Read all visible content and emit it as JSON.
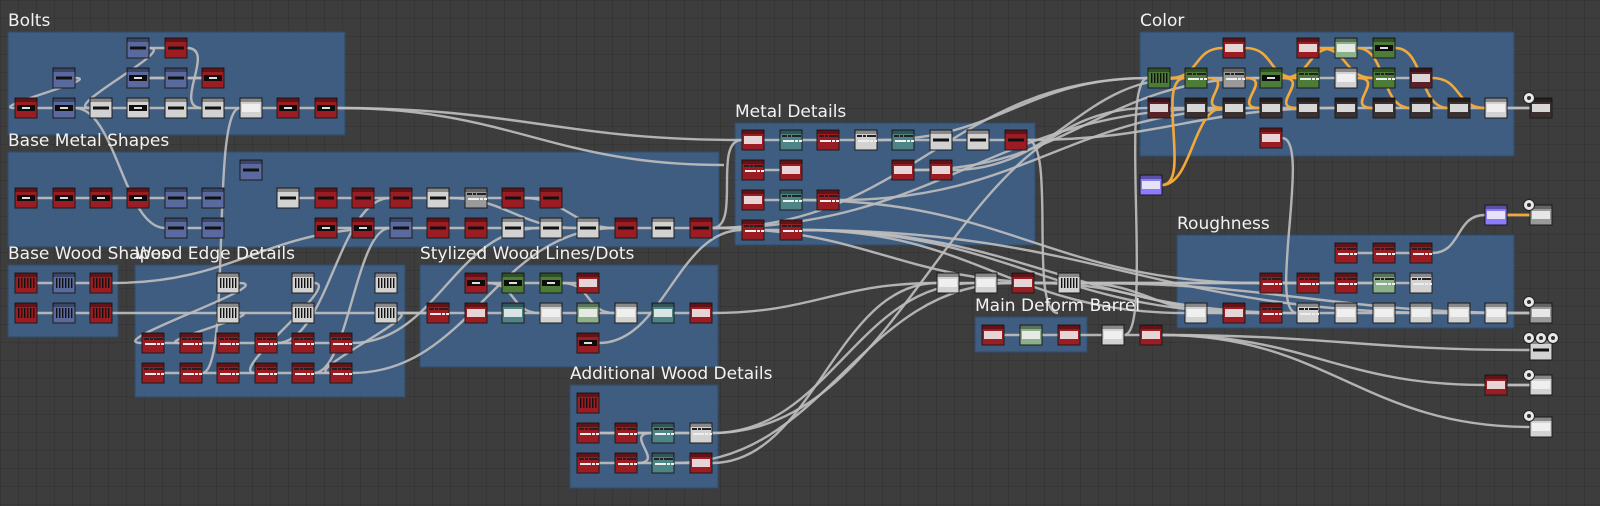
{
  "frames": [
    {
      "id": "bolts",
      "title": "Bolts"
    },
    {
      "id": "base_metal",
      "title": "Base Metal Shapes"
    },
    {
      "id": "base_wood",
      "title": "Base Wood Shapes"
    },
    {
      "id": "wood_edge",
      "title": "Wood Edge Details"
    },
    {
      "id": "stylized_wood",
      "title": "Stylized Wood Lines/Dots"
    },
    {
      "id": "additional_wood",
      "title": "Additional Wood Details"
    },
    {
      "id": "metal_details",
      "title": "Metal Details"
    },
    {
      "id": "main_deform",
      "title": "Main Deform Barrel"
    },
    {
      "id": "color",
      "title": "Color"
    },
    {
      "id": "roughness",
      "title": "Roughness"
    }
  ],
  "colors": {
    "red": "#9b1c22",
    "blue": "#5a6a9e",
    "gray": "#9a9a9a",
    "light": "#d2d2d2",
    "teal": "#4d8486",
    "green": "#4c7c38",
    "mint": "#8cb08a",
    "dark": "#3a3030",
    "darkred": "#5a2228",
    "purple": "#8b7cff",
    "wire": "#bdbdbd",
    "wire_color": "#f2a93b"
  },
  "icons": {
    "output": "output-node-icon"
  }
}
